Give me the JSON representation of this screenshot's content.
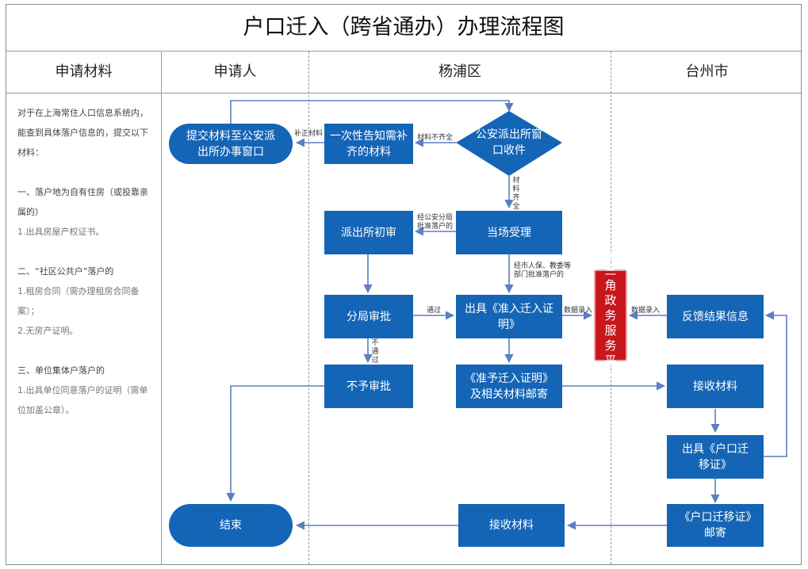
{
  "title": "户口迁入（跨省通办）办理流程图",
  "columns": {
    "materials": "申请材料",
    "applicant": "申请人",
    "yangpu": "杨浦区",
    "taizhou": "台州市"
  },
  "materials": {
    "intro": "对于在上海常住人口信息系统内，能查到具体落户信息的，提交以下材料：",
    "s1_title": "一、落户地为自有住房（或投靠亲属的）",
    "s1_items": [
      "1.出具房屋产权证书。"
    ],
    "s2_title": "二、“社区公共户”落户的",
    "s2_items": [
      "1.租房合同（需办理租房合同备案）；",
      "2.无房产证明。"
    ],
    "s3_title": "三、单位集体户落户的",
    "s3_items": [
      "1.出具单位同意落户的证明（需单位加盖公章）。"
    ]
  },
  "nodes": {
    "submit": "提交材料至公安派出所办事窗口",
    "notify": "一次性告知需补齐的材料",
    "receive": "公安派出所窗口收件",
    "station_review": "派出所初审",
    "accept": "当场受理",
    "branch_approve": "分局审批",
    "issue_cert": "出具《准入迁入证明》",
    "platform": "长三角政务服务平台",
    "feedback": "反馈结果信息",
    "reject": "不予审批",
    "mail_cert": "《准予迁入证明》及相关材料邮寄",
    "tz_receive": "接收材料",
    "tz_issue": "出具《户口迁移证》",
    "tz_mail": "《户口迁移证》邮寄",
    "yp_receive": "接收材料",
    "end": "结束"
  },
  "labels": {
    "supplement": "补正材料",
    "incomplete": "材料不齐全",
    "complete": "材料齐全",
    "branch_approve_settle": "经公安分局批准落户的",
    "city_approve": "经市人保、教委等部门批准落户的",
    "pass": "通过",
    "not_pass": "不通过",
    "data_entry_left": "数据录入",
    "data_entry_right": "数据录入"
  },
  "colors": {
    "box": "#1565b6",
    "platform": "#c8161d",
    "arrow": "#5b7fc4"
  }
}
